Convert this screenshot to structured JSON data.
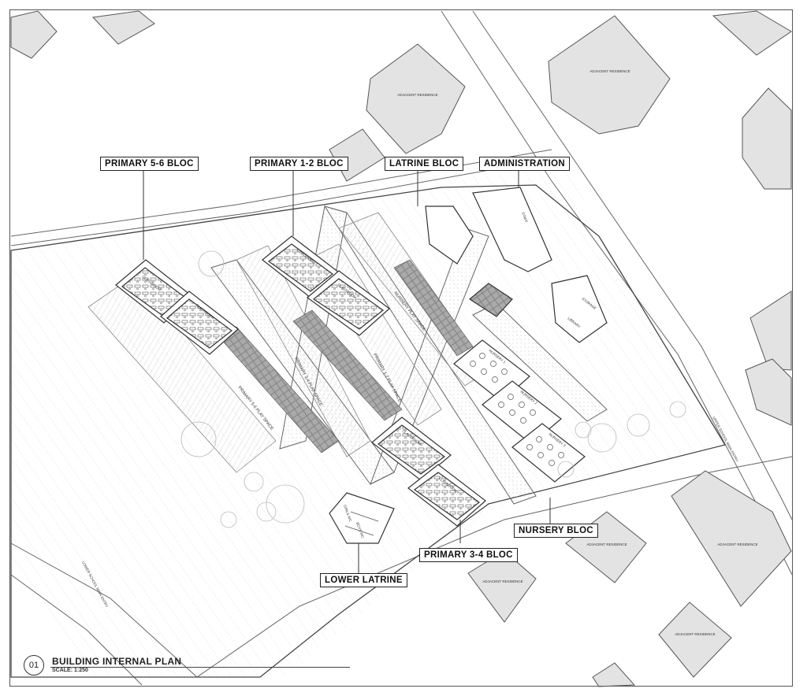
{
  "callouts": {
    "primary56": "PRIMARY 5-6 BLOC",
    "primary12": "PRIMARY 1-2 BLOC",
    "latrine": "LATRINE BLOC",
    "administration": "ADMINISTRATION",
    "nursery": "NURSERY BLOC",
    "primary34": "PRIMARY 3-4 BLOC",
    "lowerLatrine": "LOWER LATRINE"
  },
  "rooms": {
    "classroom": "CLASSROOM",
    "nursery1": "NURSERY 1",
    "nursery2": "NURSERY 2",
    "nursery3": "NURSERY 3",
    "library": "LIBRARY",
    "storage": "STORAGE",
    "staff": "STAFF",
    "boys": "BOYS WC",
    "girls": "GIRLS WC"
  },
  "spaces": {
    "p56": "PRIMARY 5-6 PLAY SPACE",
    "p34": "PRIMARY 3-4 PLAY SPACE",
    "p12": "PRIMARY 1-2 PLAY SPACE",
    "nursery": "NURSERY PLAY SPACE"
  },
  "residence": "ADJACENT RESIDENCE",
  "entries": {
    "upper": "UPPER SCHOOL MAIN ENTRY",
    "lower": "LOWER SCHOOL MAIN ENTRY"
  },
  "title": {
    "number": "01",
    "name": "BUILDING INTERNAL PLAN",
    "scale": "SCALE: 1:250"
  }
}
